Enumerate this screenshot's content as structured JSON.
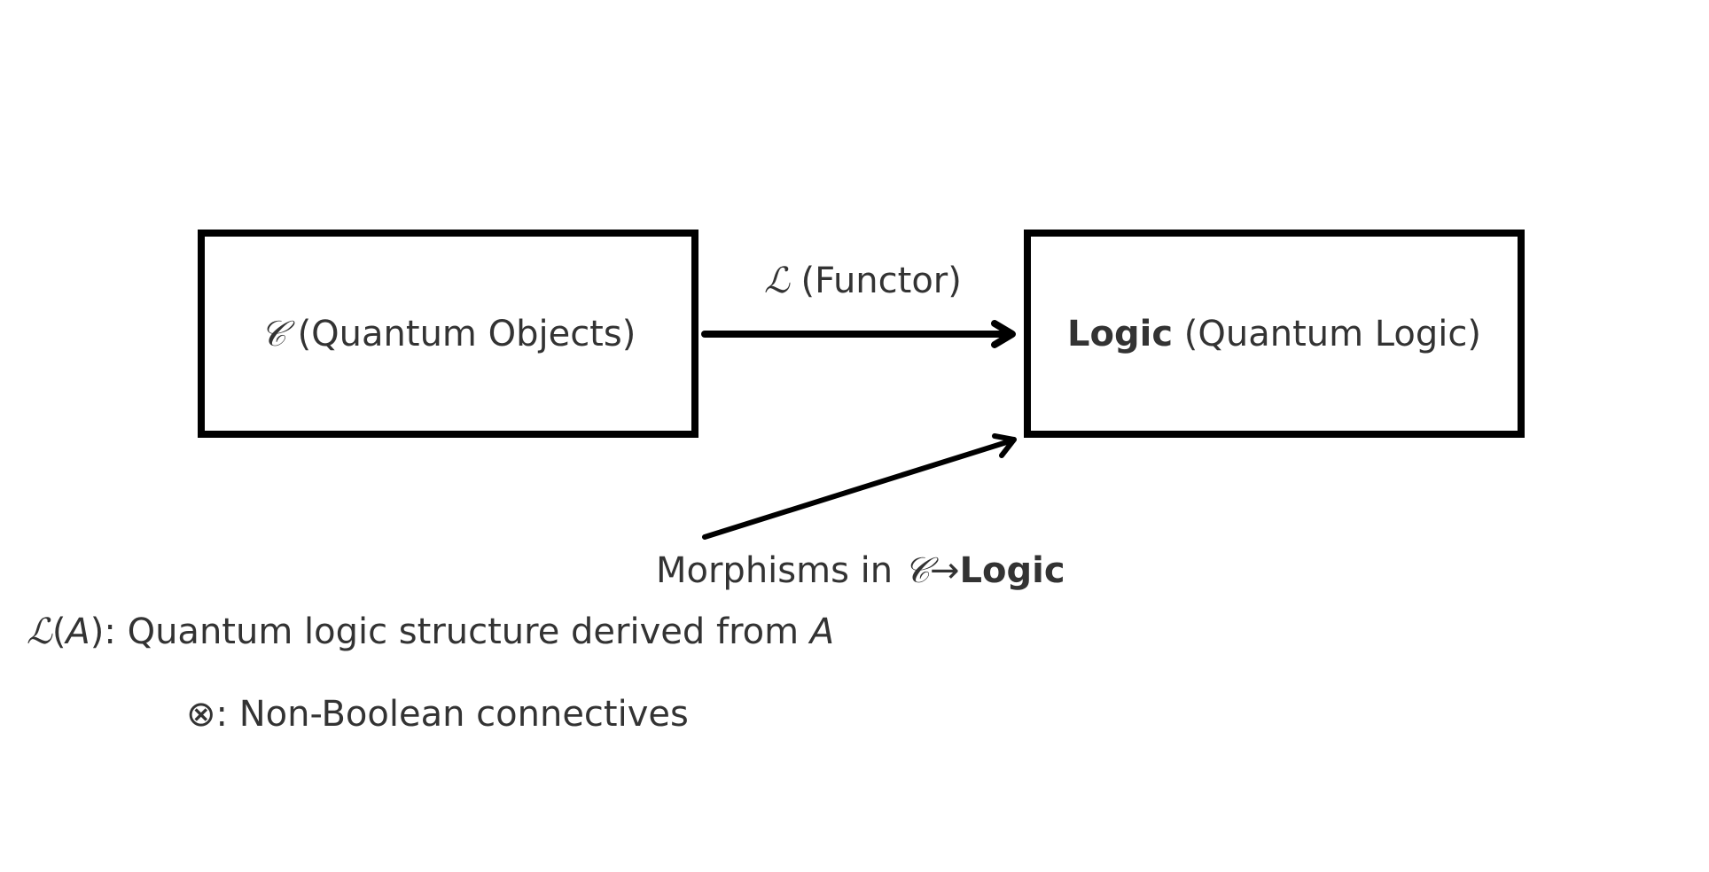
{
  "nodes": {
    "c": {
      "symbol": "𝒞",
      "label": " (Quantum Objects)"
    },
    "logic": {
      "name": "Logic",
      "label": " (Quantum Logic)"
    }
  },
  "edges": {
    "functor": {
      "symbol": "ℒ",
      "label": " (Functor)"
    },
    "morphisms": {
      "prefix": "Morphisms in ",
      "source_symbol": "𝒞",
      "arrow": "→",
      "target": "Logic"
    }
  },
  "legend": {
    "l_symbol": "ℒ",
    "l_open": "(",
    "l_arg": "A",
    "l_text": "): Quantum logic structure derived from ",
    "l_tail": "A",
    "otimes_symbol": "⊗",
    "otimes_text": ": Non-Boolean connectives"
  },
  "colors": {
    "stroke": "#000000",
    "text": "#333333"
  }
}
